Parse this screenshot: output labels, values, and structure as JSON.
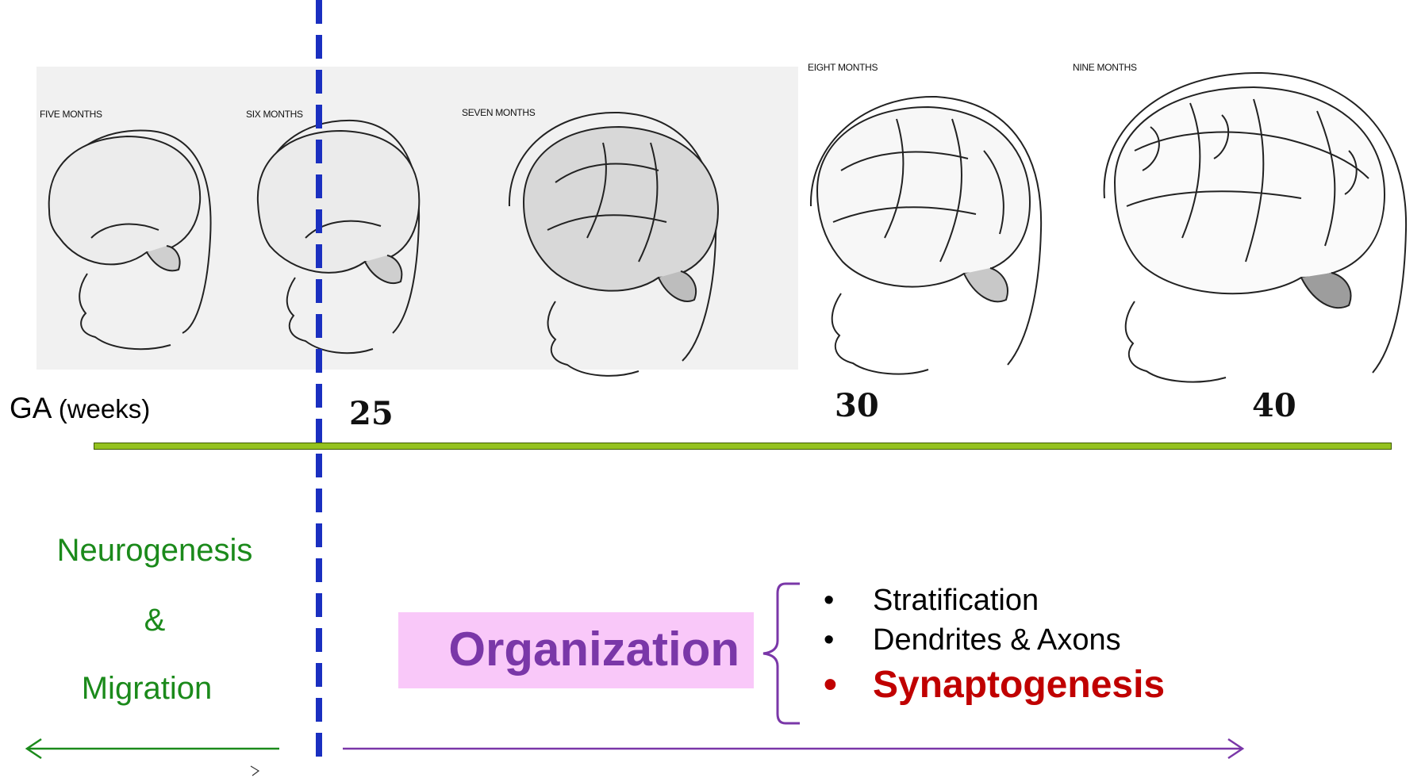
{
  "months": [
    "FIVE MONTHS",
    "SIX MONTHS",
    "SEVEN MONTHS",
    "EIGHT MONTHS",
    "NINE MONTHS"
  ],
  "axis": {
    "label": "GA",
    "unit": "(weeks)",
    "ticks": [
      "25",
      "30",
      "40"
    ]
  },
  "phases": {
    "early": {
      "line1": "Neurogenesis",
      "line2": "&",
      "line3": "Migration"
    },
    "late": {
      "label": "Organization",
      "items": [
        "Stratification",
        "Dendrites & Axons",
        "Synaptogenesis"
      ],
      "bullet": "•"
    }
  },
  "colors": {
    "divider": "#1a2fc0",
    "timeline": "#94c21f",
    "early_phase": "#1b8a1b",
    "late_phase": "#7a37a8",
    "organization_box": "#f9c8f9",
    "synaptogenesis": "#c00000"
  }
}
